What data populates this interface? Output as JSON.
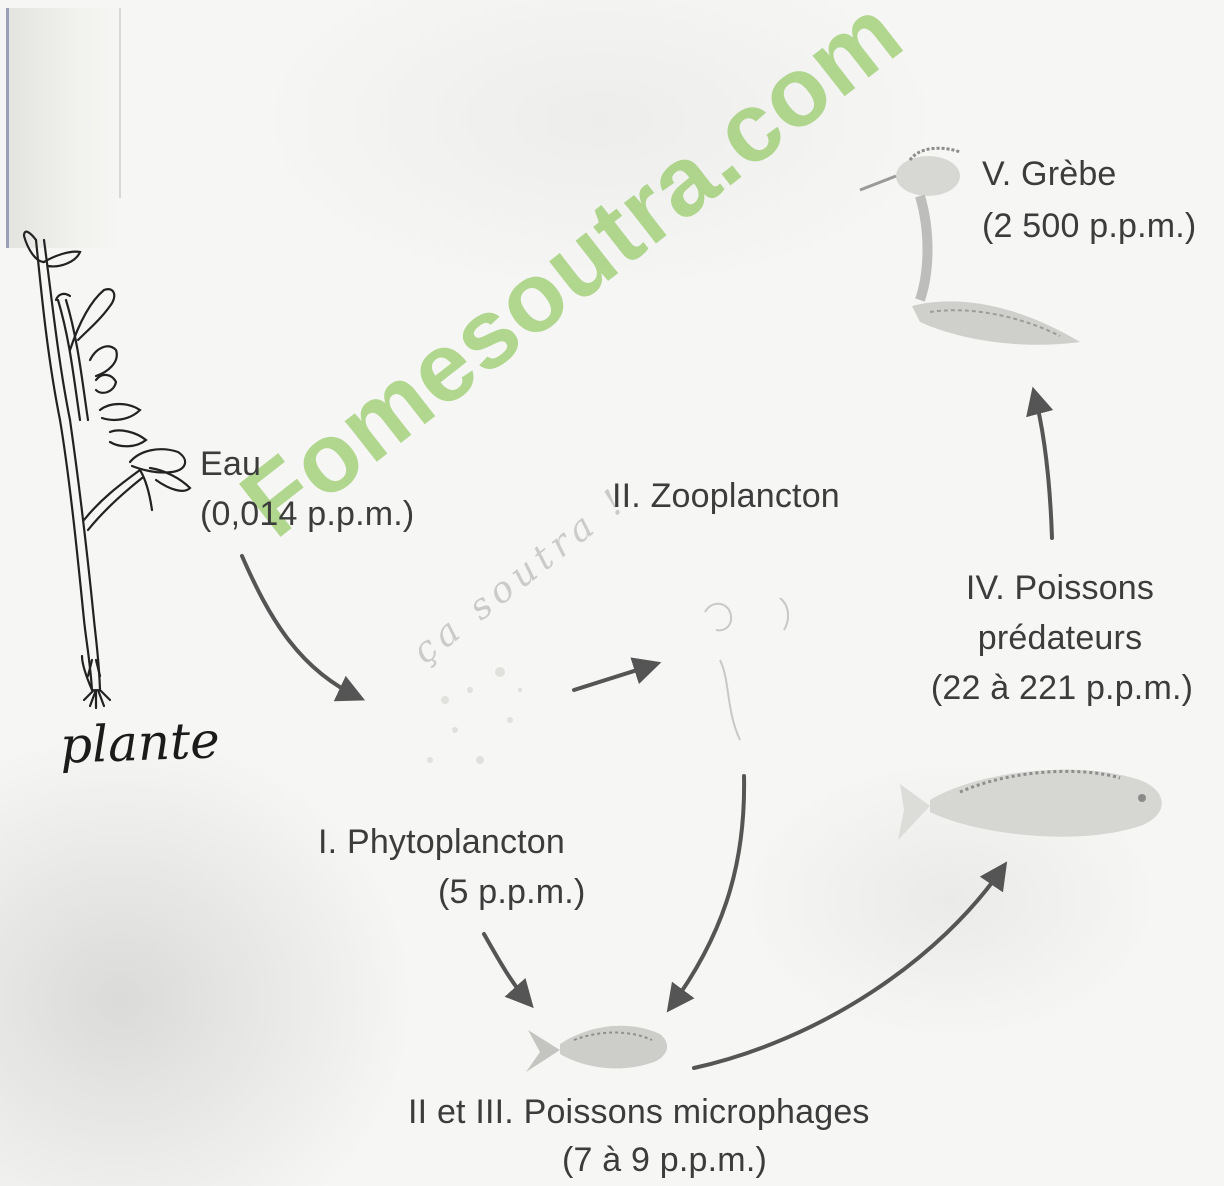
{
  "labels": {
    "plant": "plante",
    "water_name": "Eau",
    "water_value": "(0,014 p.p.m.)",
    "zooplankton": "II.  Zooplancton",
    "phytoplankton_name": "I.  Phytoplancton",
    "phytoplankton_value": "(5 p.p.m.)",
    "microphages_name": "II et  III. Poissons microphages",
    "microphages_value": "(7 à 9 p.p.m.)",
    "predators_line1": "IV.  Poissons",
    "predators_line2": "prédateurs",
    "predators_value": "(22 à 221 p.p.m.)",
    "grebe_name": "V. Grèbe",
    "grebe_value": "(2 500 p.p.m.)"
  },
  "watermark": {
    "main": "Fomesoutra.com",
    "sub": "ça soutra !"
  },
  "colors": {
    "arrow": "#555555",
    "text": "#3c3c3c",
    "watermark": "#78be3c"
  }
}
